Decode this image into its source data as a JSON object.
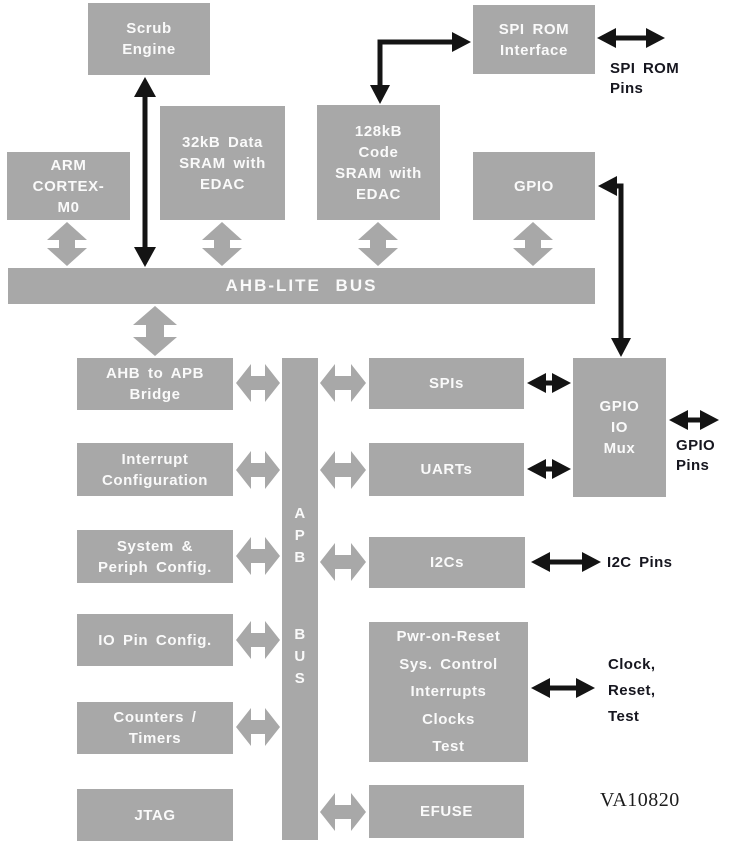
{
  "colors": {
    "block_gray": "#a8a8a8",
    "block_text": "#fafafa",
    "arrow_black": "#141414",
    "pin_label_dark": "#16161f"
  },
  "part_number": "VA10820",
  "buses": {
    "ahb": "AHB-LITE BUS",
    "apb_top": "A\nP\nB",
    "apb_bottom": "B\nU\nS"
  },
  "blocks": {
    "scrub_engine": "Scrub\nEngine",
    "spi_rom_interface": "SPI ROM\nInterface",
    "arm_cortex_m0": "ARM\nCORTEX-\nM0",
    "data_sram": "32kB Data\nSRAM with\nEDAC",
    "code_sram": "128kB\nCode\nSRAM with\nEDAC",
    "gpio": "GPIO",
    "ahb_apb_bridge": "AHB to APB\nBridge",
    "spis": "SPIs",
    "gpio_io_mux": "GPIO\nIO\nMux",
    "interrupt_config": "Interrupt\nConfiguration",
    "uarts": "UARTs",
    "system_periph_config": "System &\nPeriph Config.",
    "i2cs": "I2Cs",
    "io_pin_config": "IO Pin Config.",
    "power_system_control": "Pwr-on-Reset\nSys. Control\nInterrupts\nClocks\nTest",
    "counters_timers": "Counters /\nTimers",
    "jtag": "JTAG",
    "efuse": "EFUSE"
  },
  "pin_labels": {
    "spi_rom_pins": "SPI ROM\nPins",
    "gpio_pins": "GPIO\nPins",
    "i2c_pins": "I2C Pins",
    "clock_reset_test": "Clock,\nReset,\nTest"
  }
}
